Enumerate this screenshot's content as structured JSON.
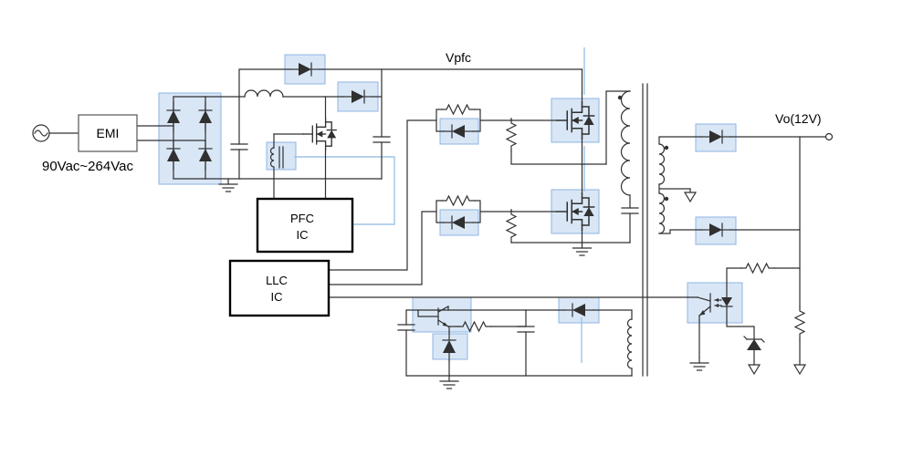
{
  "diagram": {
    "labels": {
      "emi_block": "EMI",
      "input_range": "90Vac~264Vac",
      "pfc_rail": "Vpfc",
      "pfc_ic": [
        "PFC",
        "IC"
      ],
      "llc_ic": [
        "LLC",
        "IC"
      ],
      "output": "Vo(12V)"
    },
    "colors": {
      "wire": "#303030",
      "component_highlight_fill": "#d9e6f5",
      "component_highlight_stroke": "#8eb4e3",
      "signal_wire": "#9dc3e6",
      "ic_border": "#000000",
      "background": "#ffffff"
    }
  }
}
